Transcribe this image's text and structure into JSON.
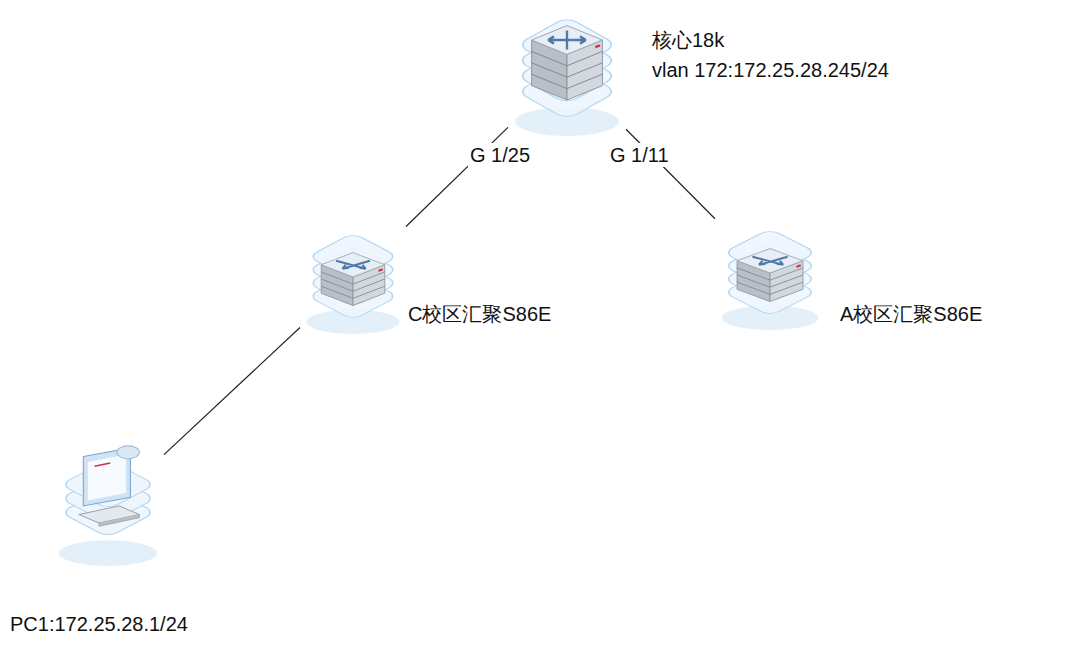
{
  "diagram": {
    "nodes": [
      {
        "text": [
          "核心18k",
          "vlan 172:172.25.28.245/24"
        ]
      },
      {
        "text": [
          "C校区汇聚S86E"
        ]
      },
      {
        "text": [
          "A校区汇聚S86E"
        ]
      },
      {
        "text": [
          "PC1:172.25.28.1/24"
        ]
      }
    ],
    "edges": [
      {
        "from": 0,
        "to": 1,
        "arrow": "none",
        "label": "G 1/25"
      },
      {
        "from": 0,
        "to": 2,
        "arrow": "none",
        "label": "G 1/11"
      },
      {
        "from": 1,
        "to": 3,
        "arrow": "none"
      }
    ]
  }
}
